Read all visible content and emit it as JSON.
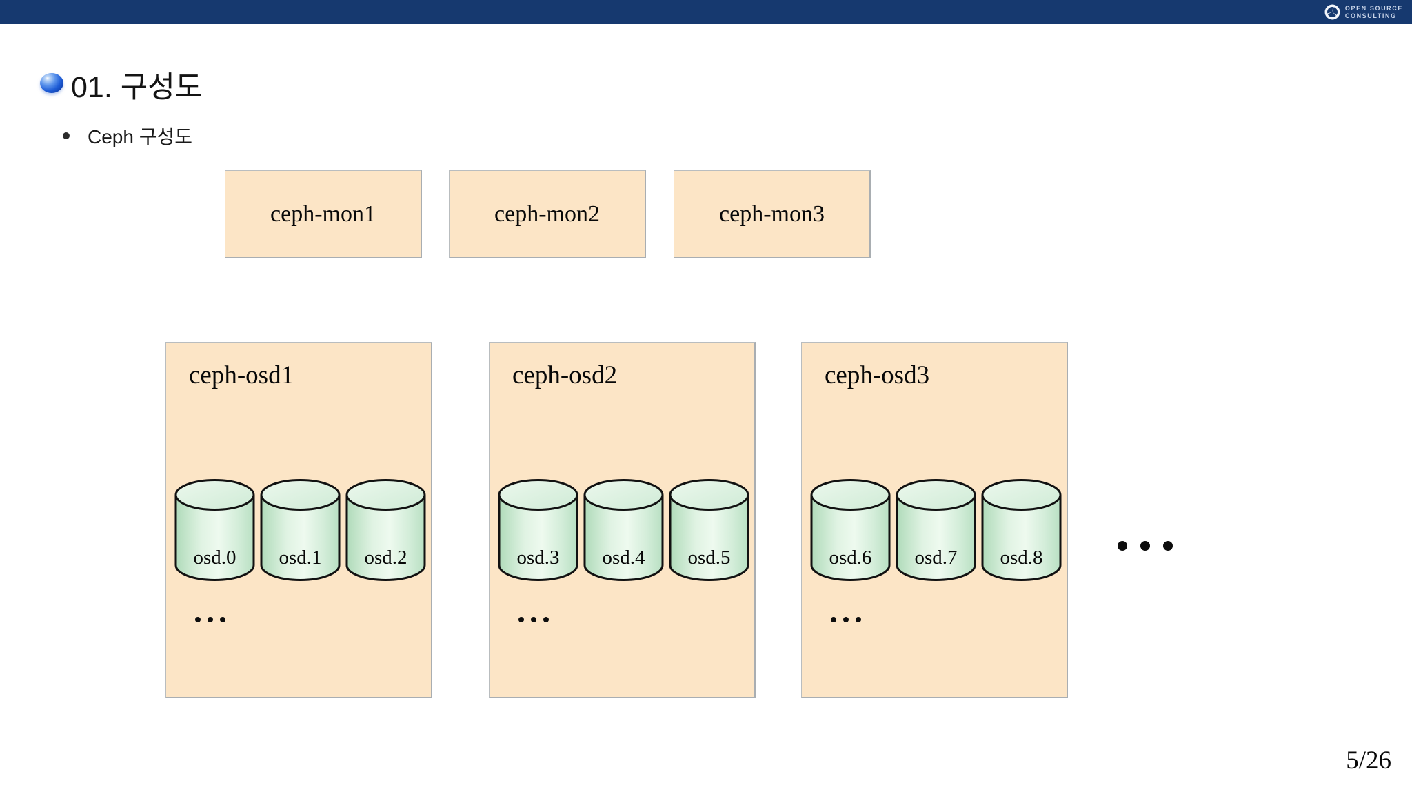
{
  "header": {
    "logo_line1": "OPEN SOURCE",
    "logo_line2": "CONSULTING"
  },
  "slide": {
    "title": "01. 구성도",
    "subtitle_bullet": "Ceph 구성도",
    "page_number": "5/26"
  },
  "diagram": {
    "mon_nodes": [
      {
        "label": "ceph-mon1"
      },
      {
        "label": "ceph-mon2"
      },
      {
        "label": "ceph-mon3"
      }
    ],
    "osd_nodes": [
      {
        "label": "ceph-osd1",
        "osds": [
          {
            "label": "osd.0"
          },
          {
            "label": "osd.1"
          },
          {
            "label": "osd.2"
          }
        ]
      },
      {
        "label": "ceph-osd2",
        "osds": [
          {
            "label": "osd.3"
          },
          {
            "label": "osd.4"
          },
          {
            "label": "osd.5"
          }
        ]
      },
      {
        "label": "ceph-osd3",
        "osds": [
          {
            "label": "osd.6"
          },
          {
            "label": "osd.7"
          },
          {
            "label": "osd.8"
          }
        ]
      }
    ],
    "colors": {
      "header_bar": "#16396F",
      "node_fill": "#FCE5C6",
      "node_border": "#A9AEB2",
      "cylinder_fill": "#DDF1E1",
      "cylinder_stroke": "#111111",
      "title_bullet_blue": "#1E5CD6"
    }
  }
}
